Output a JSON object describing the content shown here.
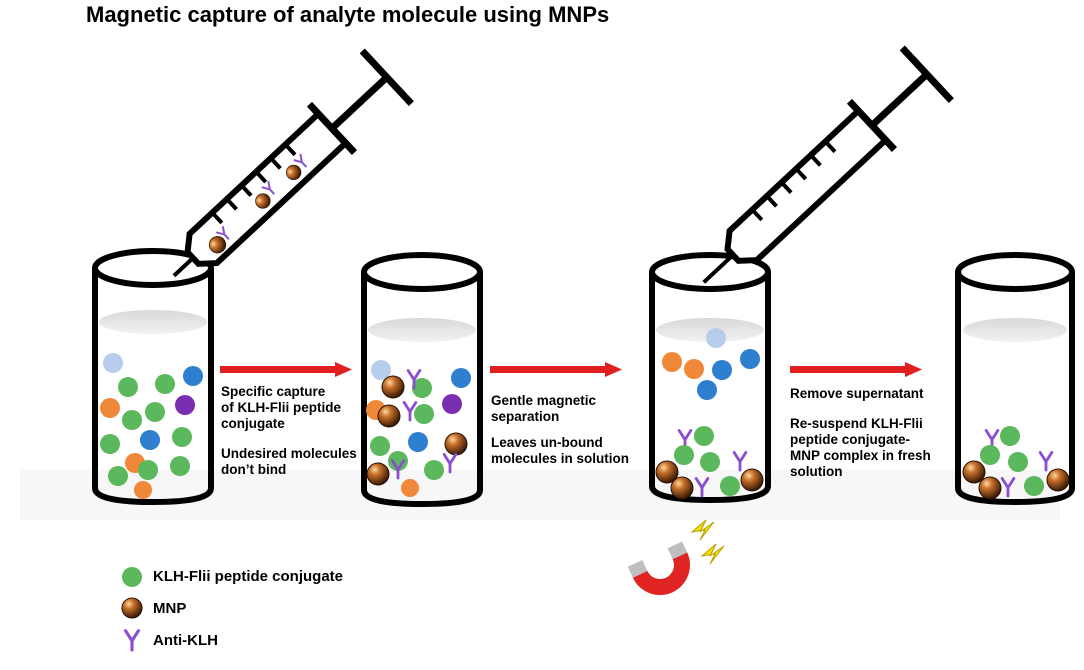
{
  "title": "Magnetic capture of analyte molecule using MNPs",
  "steps": [
    {
      "label_a": "Specific capture\nof KLH-Flii  peptide\nconjugate",
      "label_b": "Undesired molecules\ndon’t bind"
    },
    {
      "label_a": "Gentle magnetic\nseparation",
      "label_b": "Leaves un-bound\nmolecules in solution"
    },
    {
      "label_a": "Remove supernatant",
      "label_b": "Re-suspend  KLH-Flii\npeptide conjugate-\nMNP complex in fresh\nsolution"
    }
  ],
  "legend": [
    {
      "label": "KLH-Flii  peptide  conjugate",
      "icon": "green-circle-icon"
    },
    {
      "label": "MNP",
      "icon": "mnp-sphere-icon"
    },
    {
      "label": "Anti-KLH",
      "icon": "antibody-icon"
    }
  ],
  "colors": {
    "conjugate": "#5cb85c",
    "mnp": "#b55a1c",
    "antibody": "#8a4fd1",
    "orange": "#f0883a",
    "blue": "#2e7fd0",
    "lightblue": "#b8ccec",
    "purple": "#7a2fb0",
    "arrow": "#e02020",
    "magnet": "#e02424",
    "spark": "#f4e000"
  }
}
